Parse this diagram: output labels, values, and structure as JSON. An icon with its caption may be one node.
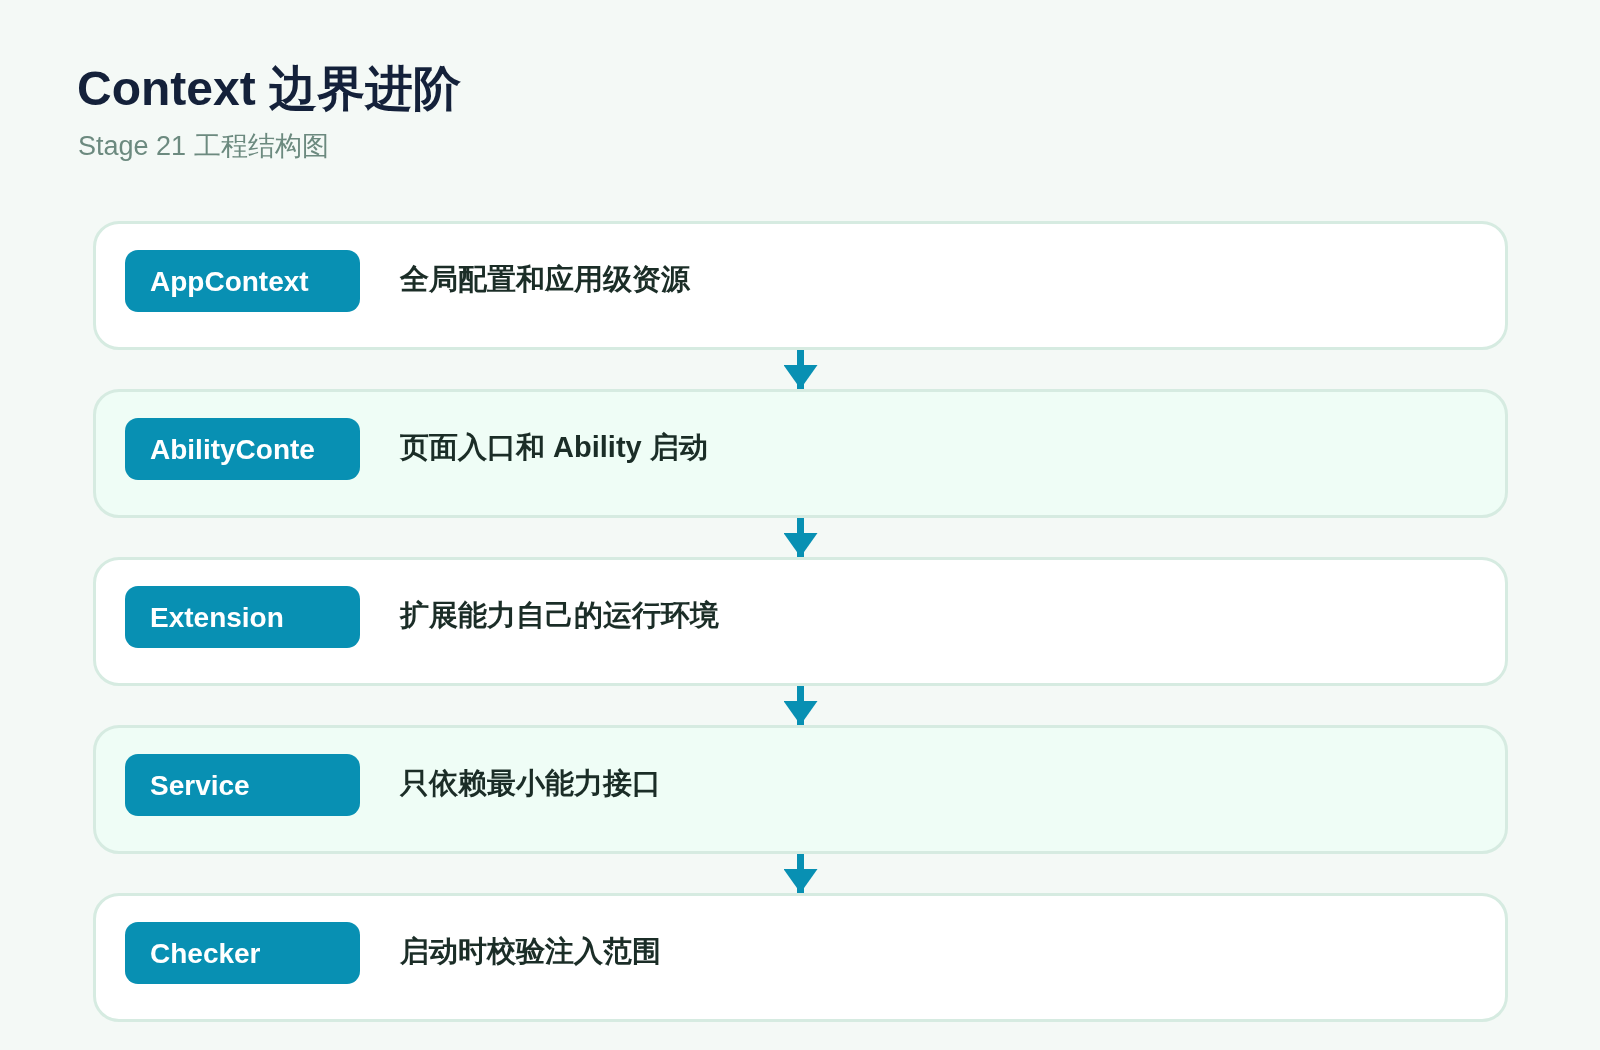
{
  "diagram": {
    "title": "Context 边界进阶",
    "nodes": [
      {
        "text": [
          "全局配置和应用级资源"
        ]
      },
      {
        "text": [
          "AppContext"
        ],
        "in": 0
      },
      {
        "text": [
          "页面入口和 Ability 启动"
        ]
      },
      {
        "text": [
          "AbilityConte"
        ],
        "in": 2
      },
      {
        "text": [
          "扩展能力自己的运行环境"
        ]
      },
      {
        "text": [
          "Extension"
        ],
        "in": 4
      },
      {
        "text": [
          "只依赖最小能力接口"
        ]
      },
      {
        "text": [
          "Service"
        ],
        "in": 6
      },
      {
        "text": [
          "启动时校验注入范围"
        ]
      },
      {
        "text": [
          "Checker"
        ],
        "in": 8
      }
    ],
    "edges": [
      {
        "from": 0,
        "to": 2,
        "arrow": "to"
      },
      {
        "from": 2,
        "to": 4,
        "arrow": "to"
      },
      {
        "from": 4,
        "to": 6,
        "arrow": "to"
      },
      {
        "from": 6,
        "to": 8,
        "arrow": "to"
      }
    ],
    "labels": [
      "Stage 21 工程结构图"
    ]
  }
}
